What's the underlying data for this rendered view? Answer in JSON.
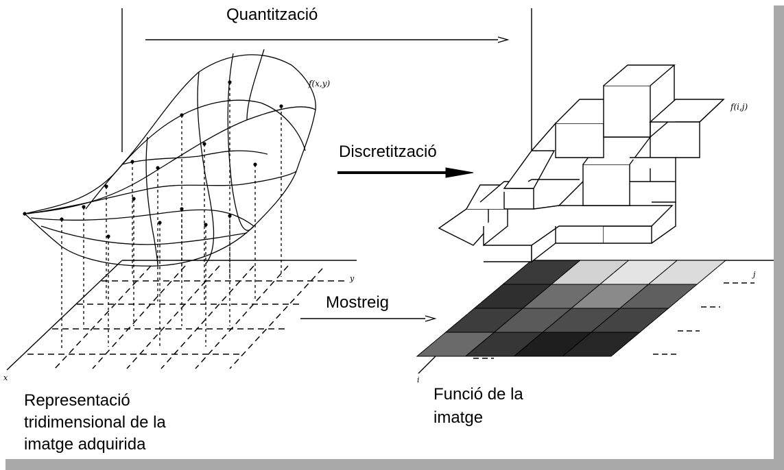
{
  "labels": {
    "quantization": "Quantització",
    "discretization": "Discretització",
    "sampling": "Mostreig"
  },
  "captions": {
    "left": [
      "Representació",
      "tridimensional de la",
      "imatge adquirida"
    ],
    "right": [
      "Funció de la",
      "imatge"
    ]
  },
  "function_labels": {
    "continuous": "f(x,y)",
    "discrete": "f(i,j)"
  },
  "axis_letters": {
    "left_x": "x",
    "left_y": "y",
    "right_i": "i",
    "right_j": "j"
  },
  "colors": {
    "line": "#000000",
    "frame_shadow": "#a9a9a9",
    "background": "#ffffff"
  },
  "gray_grid": [
    [
      "#3a3a3a",
      "#d2d2d2",
      "#e4e4e4",
      "#dcdcdc"
    ],
    [
      "#2f2f2f",
      "#6e6e6e",
      "#8a8a8a",
      "#5f5f5f"
    ],
    [
      "#3d3d3d",
      "#5a5a5a",
      "#4c4c4c",
      "#444444"
    ],
    [
      "#6a6a6a",
      "#363636",
      "#1e1e1e",
      "#262626"
    ]
  ]
}
